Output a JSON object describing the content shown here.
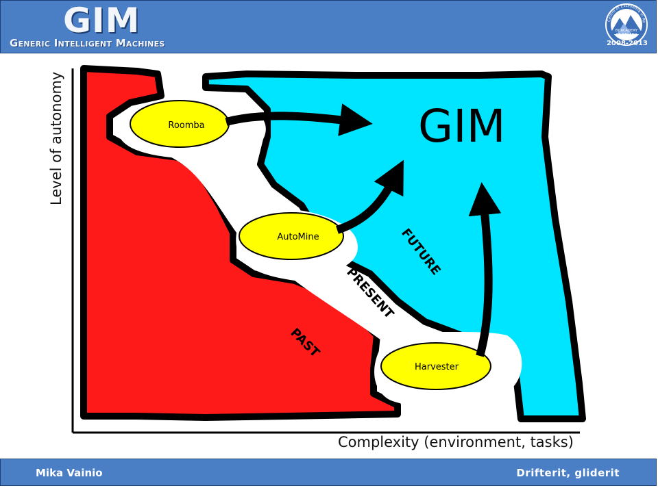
{
  "header": {
    "logo_main": "GIM",
    "logo_sub": "Generic Intelligent Machines",
    "badge_text": "Centre of Excellence in Research",
    "badge_line1": "BY ACADEMY",
    "badge_line2": "OF FINLAND",
    "badge_years": "2008-2013"
  },
  "diagram": {
    "y_axis_label": "Level of autonomy",
    "x_axis_label": "Complexity (environment, tasks)",
    "goal_label": "GIM",
    "nodes": {
      "roomba": "Roomba",
      "automine": "AutoMine",
      "harvester": "Harvester"
    },
    "regions": {
      "past": "PAST",
      "present": "PRESENT",
      "future": "FUTURE"
    },
    "colors": {
      "past": "#ff1a1a",
      "future": "#00e5ff",
      "node": "#ffff00",
      "outline": "#000000"
    }
  },
  "footer": {
    "author": "Mika Vainio",
    "topic": "Drifterit, gliderit"
  }
}
